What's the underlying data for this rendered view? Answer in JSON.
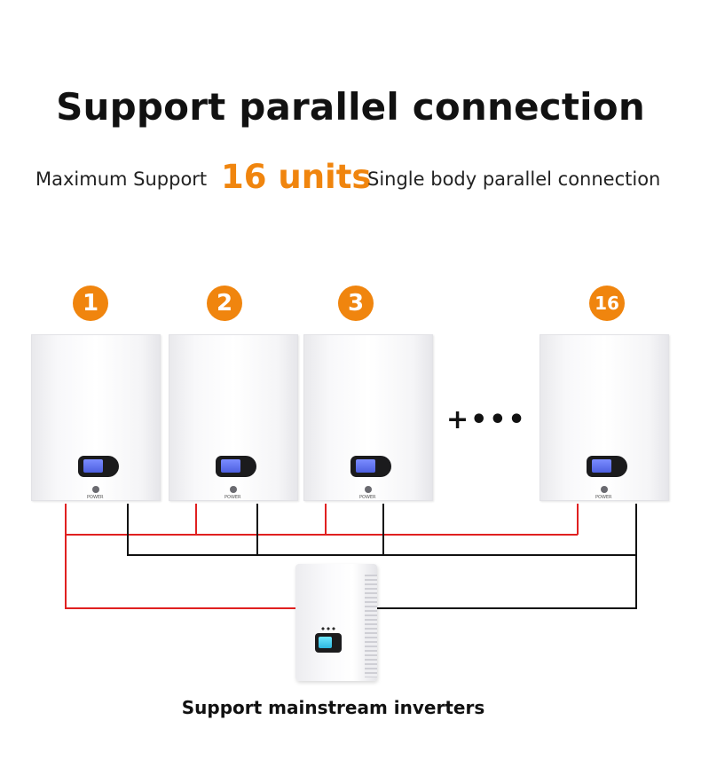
{
  "title": "Support parallel connection",
  "subtitle": {
    "prefix": "Maximum Support",
    "highlight": "16 units",
    "suffix": "Single body parallel connection"
  },
  "batteries": [
    {
      "badge": "1",
      "power_label": "POWER"
    },
    {
      "badge": "2",
      "power_label": "POWER"
    },
    {
      "badge": "3",
      "power_label": "POWER"
    },
    {
      "badge": "16",
      "power_label": "POWER"
    }
  ],
  "ellipsis": "+•••",
  "caption": "Support mainstream inverters",
  "colors": {
    "accent": "#f0850e",
    "positive_wire": "#e02020",
    "negative_wire": "#111111"
  }
}
